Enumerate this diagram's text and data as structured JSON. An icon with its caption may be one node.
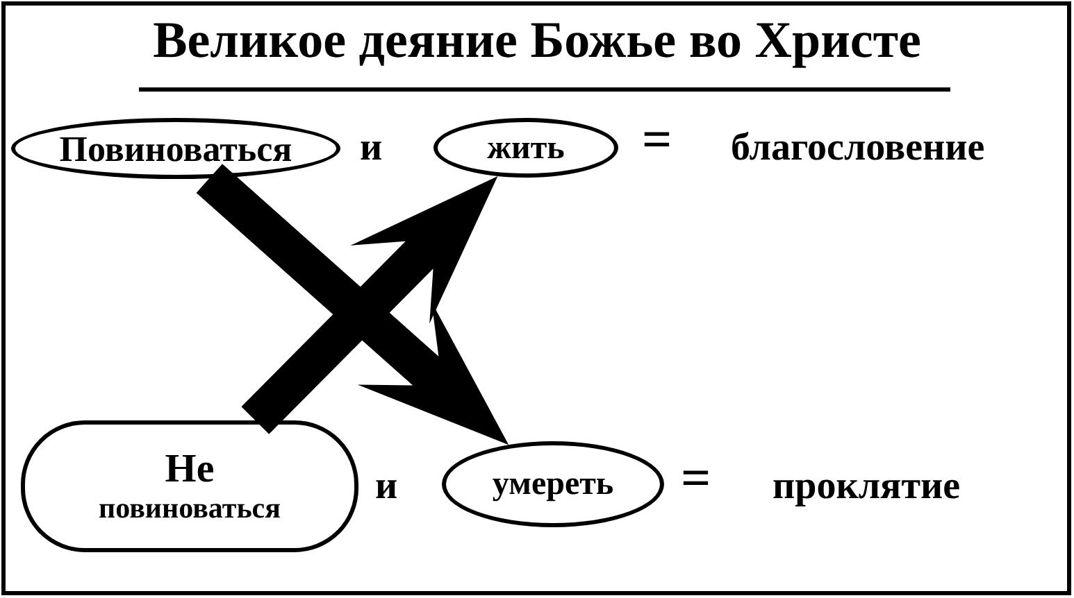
{
  "diagram": {
    "title": "Великое деяние Божье во Христе",
    "nodes": [
      {
        "text": [
          "Повиноваться"
        ]
      },
      {
        "text": [
          "жить"
        ]
      },
      {
        "text": [
          "Не",
          "повиноваться"
        ]
      },
      {
        "text": [
          "умереть"
        ]
      }
    ],
    "edges": [
      {
        "from": 0,
        "to": 3,
        "arrow": "to",
        "style": "thick"
      },
      {
        "from": 2,
        "to": 1,
        "arrow": "to",
        "style": "thick"
      }
    ],
    "labels": [
      "и",
      "=",
      "благословение",
      "и",
      "=",
      "проклятие"
    ]
  }
}
